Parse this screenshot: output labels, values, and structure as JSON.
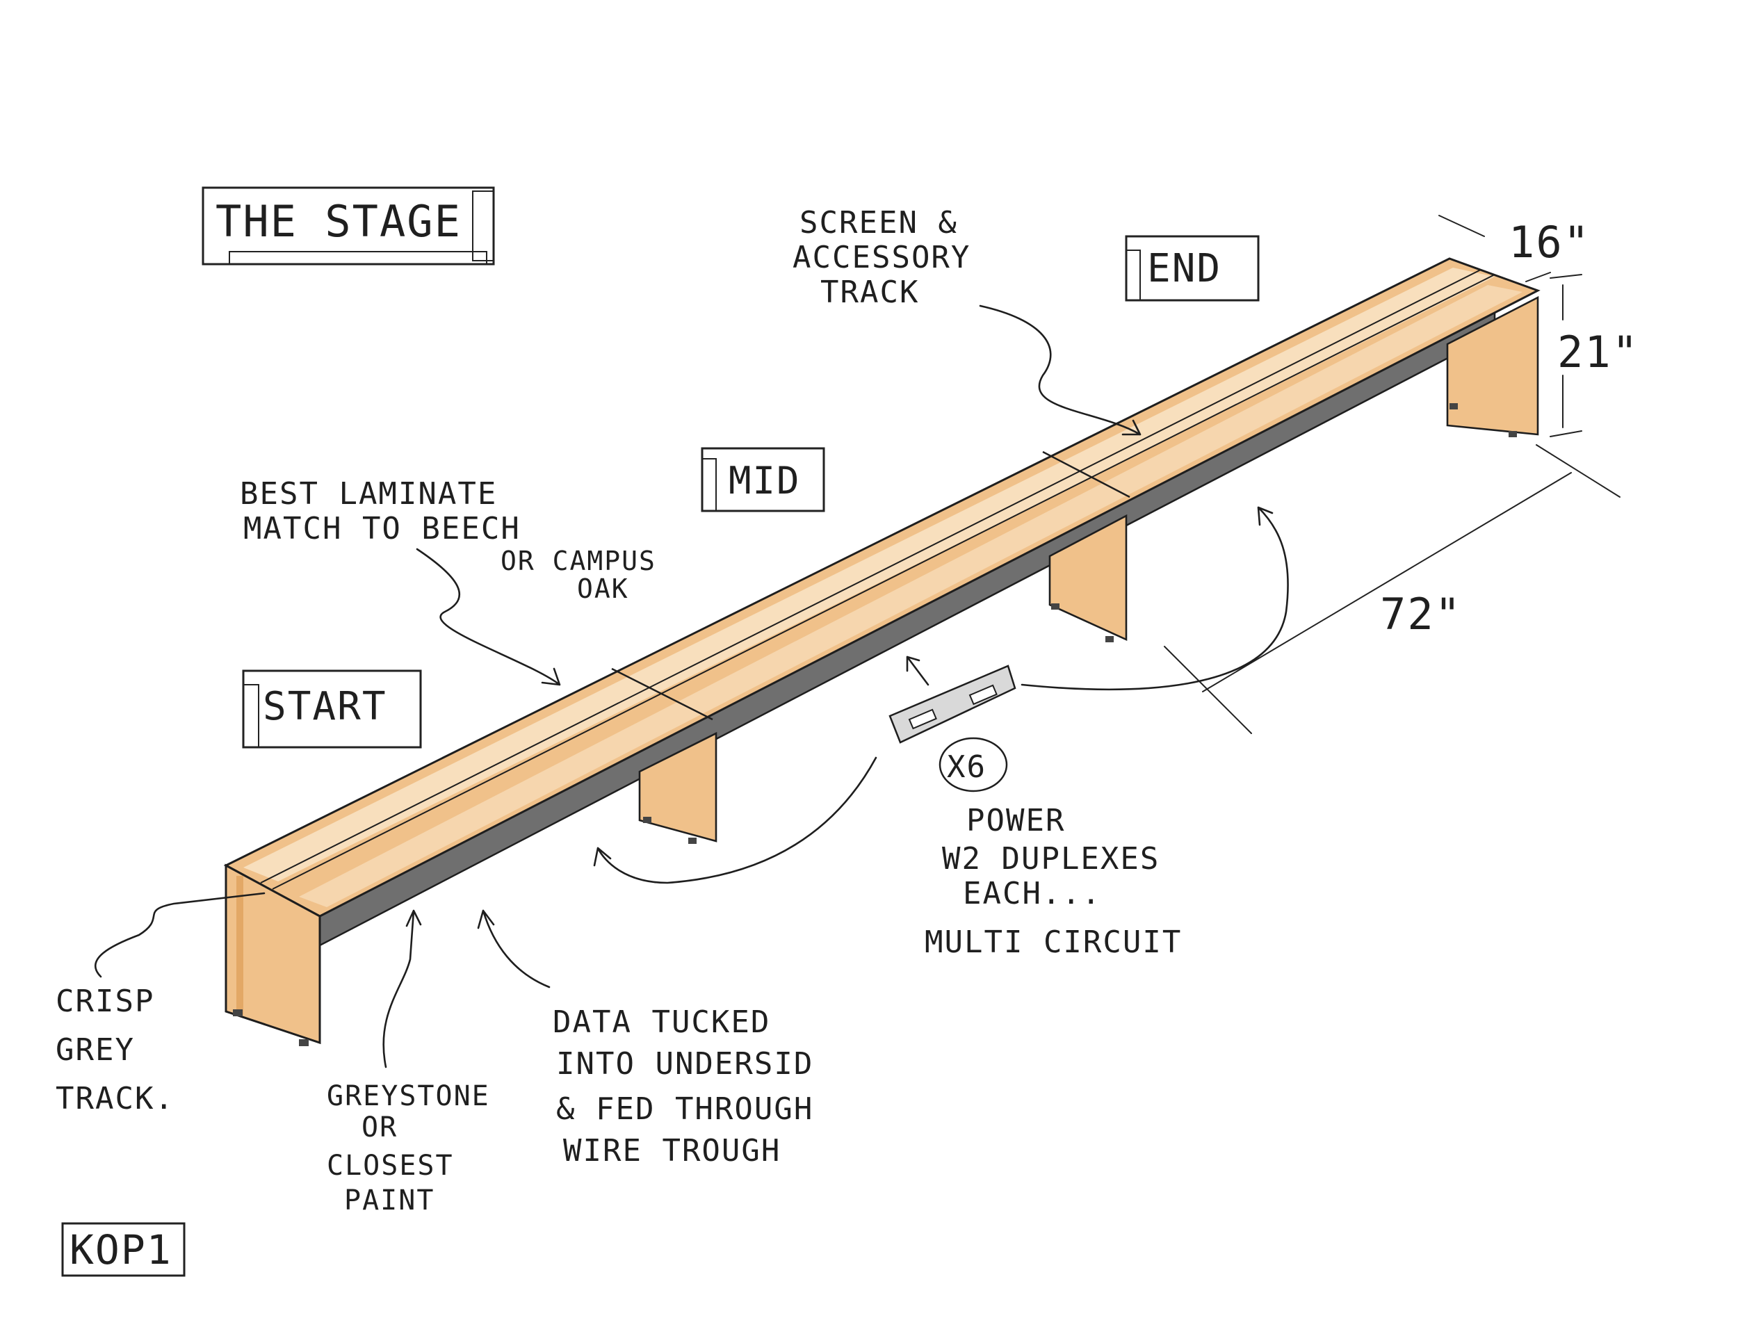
{
  "labels": {
    "the_stage": "THE STAGE",
    "end": "END",
    "mid": "MID",
    "start": "START",
    "sheet_id": "KOP1"
  },
  "dimensions": {
    "depth": "16\"",
    "height": "21\"",
    "length": "72\""
  },
  "callouts": {
    "screen_track": [
      "SCREEN &",
      "ACCESSORY",
      "TRACK"
    ],
    "laminate": [
      "BEST LAMINATE",
      "MATCH TO BEECH",
      "OR CAMPUS",
      "OAK"
    ],
    "power_qty": "X6",
    "power": [
      "POWER",
      "W2 DUPLEXES",
      "EACH...",
      "MULTI CIRCUIT"
    ],
    "crisp": [
      "CRISP",
      "GREY",
      "TRACK."
    ],
    "greystone": [
      "GREYSTONE",
      "OR",
      "CLOSEST",
      "PAINT"
    ],
    "data": [
      "DATA TUCKED",
      "INTO UNDERSID",
      "& FED THROUGH",
      "WIRE TROUGH"
    ]
  },
  "colors": {
    "wood": "#f0c18a",
    "wood_light": "#f7dcb5",
    "wood_dark": "#e3a866",
    "grey_track": "#6f6f6f",
    "ink": "#1e1e1e"
  }
}
